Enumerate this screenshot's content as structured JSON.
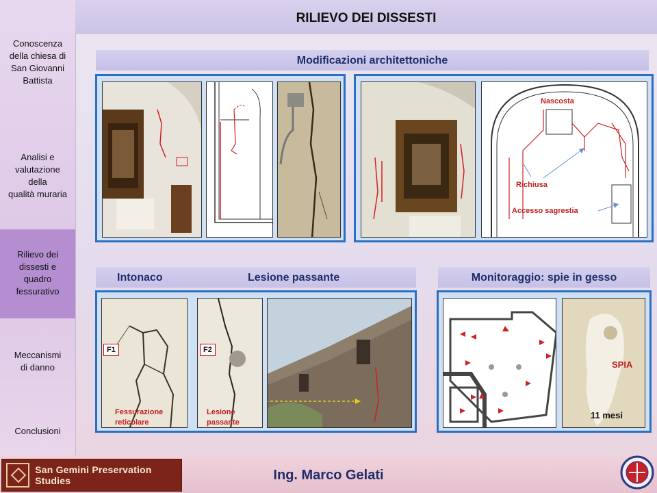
{
  "sidebar": {
    "items": [
      {
        "label_lines": [
          "Conoscenza",
          "della chiesa di",
          "San Giovanni",
          "Battista"
        ]
      },
      {
        "label_lines": [
          "Analisi e",
          "valutazione",
          "della",
          "qualità muraria"
        ]
      },
      {
        "label_lines": [
          "Rilievo dei",
          "dissesti e",
          "quadro",
          "fessurativo"
        ],
        "active": true
      },
      {
        "label_lines": [
          "Meccanismi",
          "di danno"
        ]
      },
      {
        "label_lines": [
          "Conclusioni"
        ]
      }
    ]
  },
  "header": {
    "title": "RILIEVO DEI DISSESTI"
  },
  "top_section": {
    "title": "Modificazioni architettoniche",
    "labels": {
      "nascosta": "Nascosta",
      "richiusa": "Richiusa",
      "accesso": "Accesso sagrestia"
    }
  },
  "bottom_left": {
    "title_left": "Intonaco",
    "title_right": "Lesione passante",
    "f1": "F1",
    "f2": "F2",
    "f1_caption_lines": [
      "Fessurazione",
      "reticolare"
    ],
    "f2_caption_lines": [
      "Lesione",
      "passante"
    ]
  },
  "bottom_right": {
    "title": "Monitoraggio: spie in gesso",
    "spia": "SPIA",
    "months": "11 mesi"
  },
  "footer": {
    "logo_text": "San Gemini Preservation Studies",
    "author": "Ing. Marco Gelati"
  },
  "colors": {
    "accent": "#2a6fc0",
    "title_text": "#1f2d6a",
    "active": "#b48ed0",
    "crack_red": "#d02020"
  }
}
